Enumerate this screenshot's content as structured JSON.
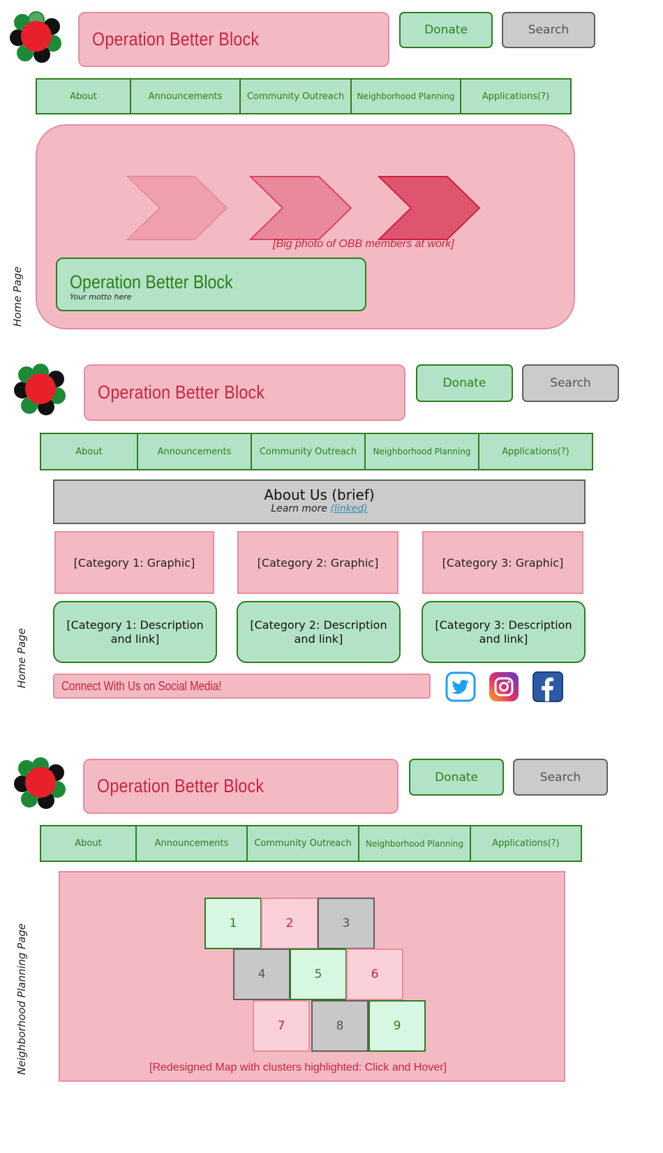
{
  "colors": {
    "pink_fill": "#f4bac4",
    "pink_border": "#e58da0",
    "brand_red": "#c8243d",
    "green_fill": "#b3e3c6",
    "green_border": "#2e7d1c",
    "gray_fill": "#cbcbcb",
    "gray_border": "#606060",
    "link": "#2a8fa8"
  },
  "header": {
    "title": "Operation Better Block",
    "donate_label": "Donate",
    "search_label": "Search"
  },
  "nav": {
    "items": [
      "About",
      "Announcements",
      "Community Outreach",
      "Neighborhood Planning",
      "Applications(?)"
    ]
  },
  "section1": {
    "side_label": "Home Page",
    "hero_caption": "[Big photo of OBB members at work]",
    "motto_title": "Operation Better Block",
    "motto_sub": "Your motto here"
  },
  "section2": {
    "side_label": "Home Page",
    "about_title": "About Us (brief)",
    "about_sub": "Learn more",
    "about_link": "(linked)",
    "categories": [
      {
        "graphic": "[Category 1: Graphic]",
        "desc": "[Category 1: Description and link]"
      },
      {
        "graphic": "[Category 2: Graphic]",
        "desc": "[Category 2: Description and link]"
      },
      {
        "graphic": "[Category 3: Graphic]",
        "desc": "[Category 3: Description and link]"
      }
    ],
    "social_text": "Connect With Us on Social Media!",
    "social_icons": [
      "twitter-icon",
      "instagram-icon",
      "facebook-icon"
    ]
  },
  "section3": {
    "side_label": "Neighborhood Planning Page",
    "clusters": [
      "1",
      "2",
      "3",
      "4",
      "5",
      "6",
      "7",
      "8",
      "9"
    ],
    "map_caption": "[Redesigned Map with clusters highlighted: Click and Hover]"
  }
}
